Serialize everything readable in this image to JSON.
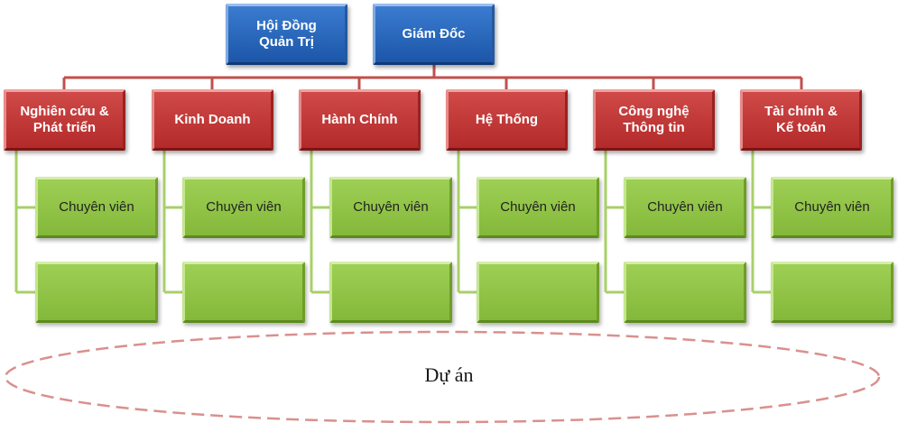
{
  "colors": {
    "executive": "#2a6bc2",
    "department": "#c13a38",
    "staff": "#8fc347",
    "connector_red": "#c0504d",
    "connector_green": "#a8d068",
    "dashed_ellipse": "#d9908e"
  },
  "executives": [
    {
      "label": "Hội Đồng Quản Trị"
    },
    {
      "label": "Giám Đốc"
    }
  ],
  "departments": [
    {
      "label": "Nghiên cứu & Phát triển",
      "staff": [
        "Chuyên viên",
        ""
      ]
    },
    {
      "label": "Kinh Doanh",
      "staff": [
        "Chuyên viên",
        ""
      ]
    },
    {
      "label": "Hành Chính",
      "staff": [
        "Chuyên viên",
        ""
      ]
    },
    {
      "label": "Hệ Thống",
      "staff": [
        "Chuyên viên",
        ""
      ]
    },
    {
      "label": "Công nghệ Thông tin",
      "staff": [
        "Chuyên viên",
        ""
      ]
    },
    {
      "label": "Tài chính & Kế toán",
      "staff": [
        "Chuyên viên",
        ""
      ]
    }
  ],
  "project": {
    "label": "Dự án"
  }
}
